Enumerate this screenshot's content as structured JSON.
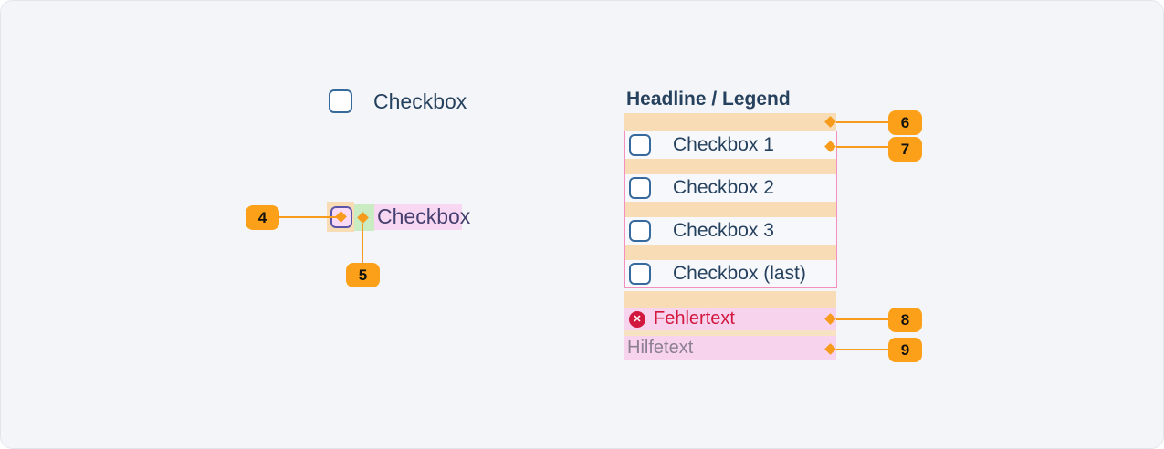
{
  "colors": {
    "card_bg": "#f4f5f8",
    "accent_orange": "#fba018",
    "spacing_tan": "#f7dcb6",
    "gap_green": "#c9ecc3",
    "highlight_pink": "#f7d7f2",
    "outline_pink": "#f590be",
    "error_red": "#d2173f",
    "text_navy": "#26415e",
    "text_purple": "#45406f",
    "help_gray": "#8c8093",
    "checkbox_border_blue": "#36699c",
    "checkbox_border_purple": "#5a55a9"
  },
  "standalone": {
    "label": "Checkbox"
  },
  "anatomy": {
    "label": "Checkbox",
    "marker_checkbox": "4",
    "marker_gap": "5"
  },
  "legend": {
    "title": "Headline / Legend",
    "items": [
      {
        "label": "Checkbox 1"
      },
      {
        "label": "Checkbox 2"
      },
      {
        "label": "Checkbox 3"
      },
      {
        "label": "Checkbox (last)"
      }
    ],
    "error_text": "Fehlertext",
    "help_text": "Hilfetext",
    "marker_headline_gap": "6",
    "marker_row": "7",
    "marker_error": "8",
    "marker_help": "9"
  },
  "icons": {
    "error": "✕"
  }
}
